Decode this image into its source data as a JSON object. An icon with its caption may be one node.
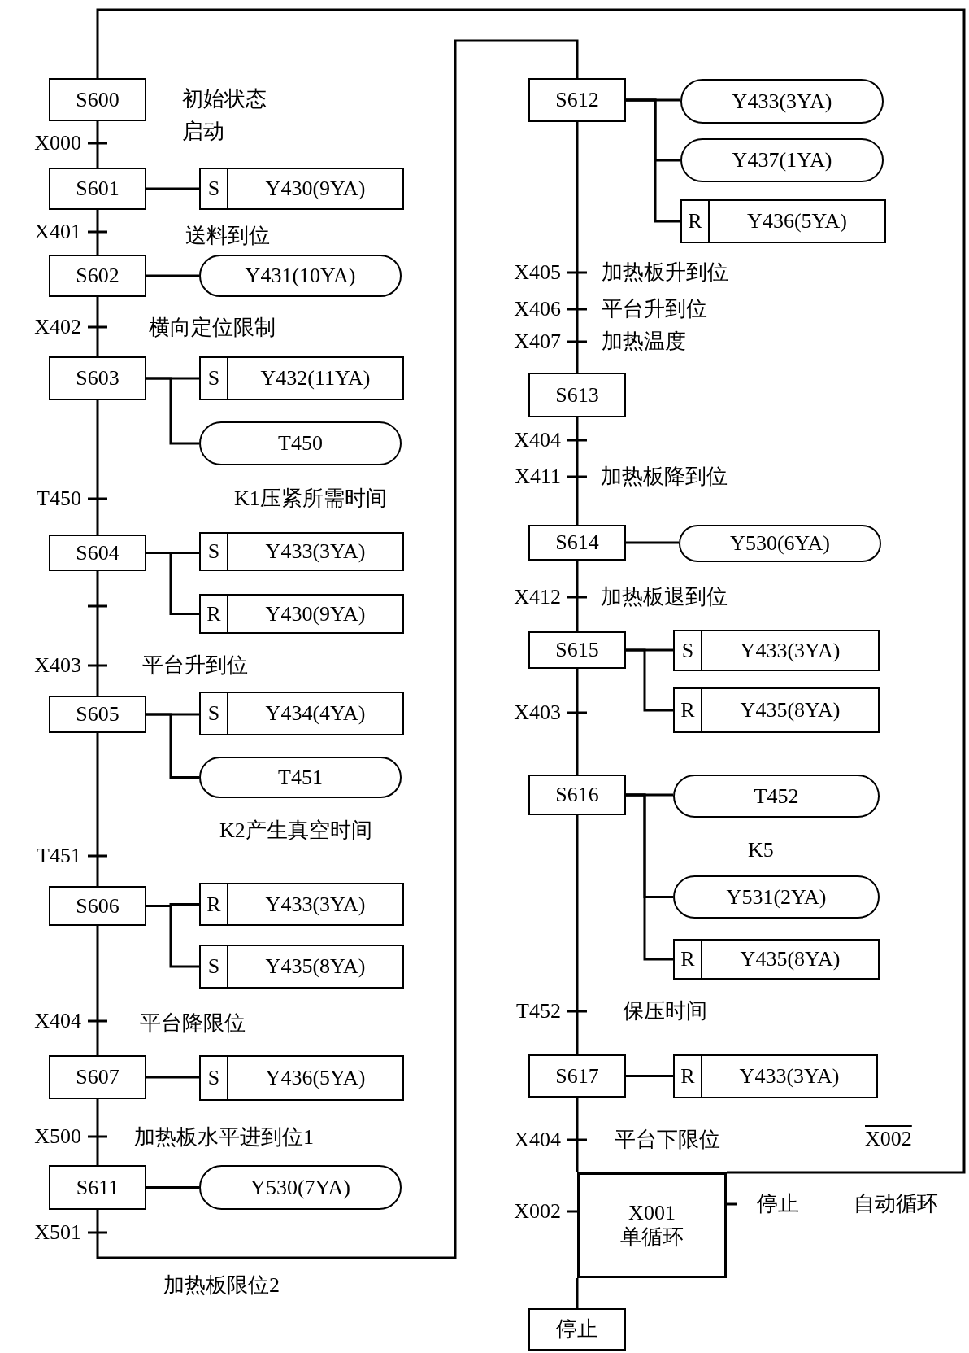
{
  "diagram": {
    "nodes": [
      {
        "text": [
          "S600"
        ]
      },
      {
        "text": [
          "S601"
        ]
      },
      {
        "text": [
          "S",
          "Y430(9YA)"
        ]
      },
      {
        "text": [
          "S602"
        ]
      },
      {
        "text": [
          "Y431(10YA)"
        ]
      },
      {
        "text": [
          "S603"
        ]
      },
      {
        "text": [
          "S",
          "Y432(11YA)"
        ]
      },
      {
        "text": [
          "T450"
        ]
      },
      {
        "text": [
          "S604"
        ]
      },
      {
        "text": [
          "S",
          "Y433(3YA)"
        ]
      },
      {
        "text": [
          "R",
          "Y430(9YA)"
        ]
      },
      {
        "text": [
          "S605"
        ]
      },
      {
        "text": [
          "S",
          "Y434(4YA)"
        ]
      },
      {
        "text": [
          "T451"
        ]
      },
      {
        "text": [
          "S606"
        ]
      },
      {
        "text": [
          "R",
          "Y433(3YA)"
        ]
      },
      {
        "text": [
          "S",
          "Y435(8YA)"
        ]
      },
      {
        "text": [
          "S607"
        ]
      },
      {
        "text": [
          "S",
          "Y436(5YA)"
        ]
      },
      {
        "text": [
          "S611"
        ]
      },
      {
        "text": [
          "Y530(7YA)"
        ]
      },
      {
        "text": [
          "S612"
        ]
      },
      {
        "text": [
          "Y433(3YA)"
        ]
      },
      {
        "text": [
          "Y437(1YA)"
        ]
      },
      {
        "text": [
          "R",
          "Y436(5YA)"
        ]
      },
      {
        "text": [
          "S613"
        ]
      },
      {
        "text": [
          "S614"
        ]
      },
      {
        "text": [
          "Y530(6YA)"
        ]
      },
      {
        "text": [
          "S615"
        ]
      },
      {
        "text": [
          "S",
          "Y433(3YA)"
        ]
      },
      {
        "text": [
          "R",
          "Y435(8YA)"
        ]
      },
      {
        "text": [
          "S616"
        ]
      },
      {
        "text": [
          "T452"
        ]
      },
      {
        "text": [
          "Y531(2YA)"
        ]
      },
      {
        "text": [
          "R",
          "Y435(8YA)"
        ]
      },
      {
        "text": [
          "S617"
        ]
      },
      {
        "text": [
          "R",
          "Y433(3YA)"
        ]
      },
      {
        "text": [
          "X001",
          "单循环"
        ]
      },
      {
        "text": [
          "停止"
        ]
      }
    ],
    "edges": [
      {
        "from": 0,
        "to": 1,
        "arrow": "none"
      },
      {
        "from": 1,
        "to": 2,
        "arrow": "none"
      },
      {
        "from": 1,
        "to": 3,
        "arrow": "none"
      },
      {
        "from": 3,
        "to": 4,
        "arrow": "none"
      },
      {
        "from": 3,
        "to": 5,
        "arrow": "none"
      },
      {
        "from": 5,
        "to": 6,
        "arrow": "none"
      },
      {
        "from": 5,
        "to": 7,
        "arrow": "none"
      },
      {
        "from": 5,
        "to": 8,
        "arrow": "none"
      },
      {
        "from": 8,
        "to": 9,
        "arrow": "none"
      },
      {
        "from": 8,
        "to": 10,
        "arrow": "none"
      },
      {
        "from": 8,
        "to": 11,
        "arrow": "none"
      },
      {
        "from": 11,
        "to": 12,
        "arrow": "none"
      },
      {
        "from": 11,
        "to": 13,
        "arrow": "none"
      },
      {
        "from": 11,
        "to": 14,
        "arrow": "none"
      },
      {
        "from": 14,
        "to": 15,
        "arrow": "none"
      },
      {
        "from": 14,
        "to": 16,
        "arrow": "none"
      },
      {
        "from": 14,
        "to": 17,
        "arrow": "none"
      },
      {
        "from": 17,
        "to": 18,
        "arrow": "none"
      },
      {
        "from": 17,
        "to": 19,
        "arrow": "none"
      },
      {
        "from": 19,
        "to": 20,
        "arrow": "none"
      },
      {
        "from": 19,
        "to": 21,
        "arrow": "none"
      },
      {
        "from": 21,
        "to": 22,
        "arrow": "none"
      },
      {
        "from": 21,
        "to": 23,
        "arrow": "none"
      },
      {
        "from": 21,
        "to": 24,
        "arrow": "none"
      },
      {
        "from": 21,
        "to": 25,
        "arrow": "none"
      },
      {
        "from": 25,
        "to": 26,
        "arrow": "none"
      },
      {
        "from": 26,
        "to": 27,
        "arrow": "none"
      },
      {
        "from": 26,
        "to": 28,
        "arrow": "none"
      },
      {
        "from": 28,
        "to": 29,
        "arrow": "none"
      },
      {
        "from": 28,
        "to": 30,
        "arrow": "none"
      },
      {
        "from": 28,
        "to": 31,
        "arrow": "none"
      },
      {
        "from": 31,
        "to": 32,
        "arrow": "none"
      },
      {
        "from": 31,
        "to": 33,
        "arrow": "none"
      },
      {
        "from": 31,
        "to": 34,
        "arrow": "none"
      },
      {
        "from": 31,
        "to": 35,
        "arrow": "none"
      },
      {
        "from": 35,
        "to": 36,
        "arrow": "none"
      },
      {
        "from": 35,
        "to": 37,
        "arrow": "none"
      },
      {
        "from": 37,
        "to": 38,
        "arrow": "none"
      },
      {
        "from": 37,
        "to": 0,
        "arrow": "none"
      }
    ],
    "labels": [
      "初始状态",
      "X000",
      "启动",
      "X401",
      "送料到位",
      "X402",
      "横向定位限制",
      "T450",
      "K1压紧所需时间",
      "X403",
      "平台升到位",
      "K2产生真空时间",
      "T451",
      "X404",
      "平台降限位",
      "X500",
      "加热板水平进到位1",
      "X501",
      "加热板限位2",
      "X405",
      "加热板升到位",
      "X406",
      "平台升到位",
      "X407",
      "加热温度",
      "X404",
      "X411",
      "加热板降到位",
      "X412",
      "加热板退到位",
      "X403",
      "K5",
      "T452",
      "保压时间",
      "X404",
      "平台下限位",
      "X002",
      "X002",
      "停止",
      "自动循环"
    ]
  }
}
